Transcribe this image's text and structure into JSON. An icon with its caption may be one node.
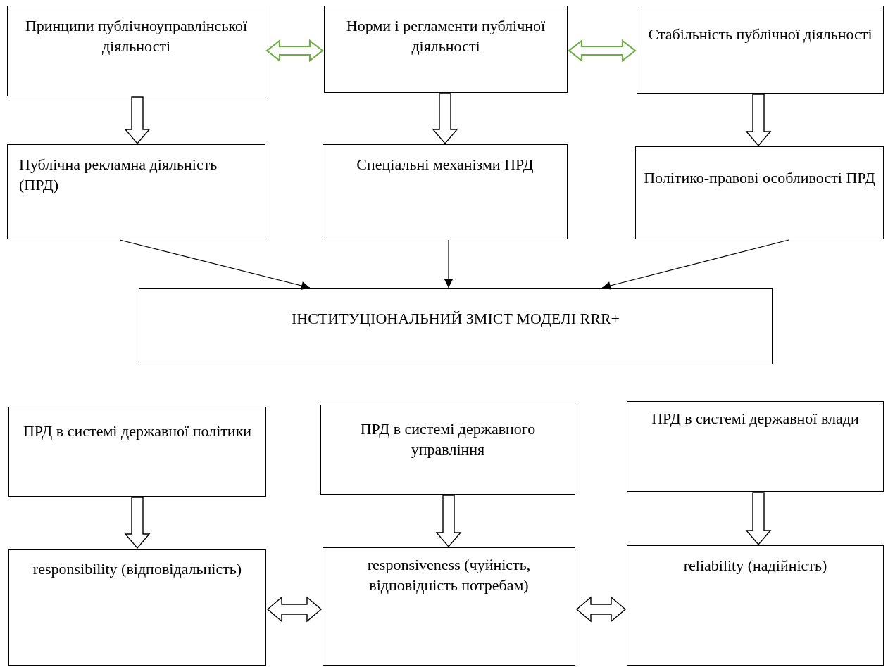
{
  "diagram": {
    "nodes": [
      {
        "text": [
          "Принципи публічноуправлінської діяльності"
        ]
      },
      {
        "text": [
          "Норми і регламенти публічної діяльності"
        ]
      },
      {
        "text": [
          "Стабільність публічної діяльності"
        ]
      },
      {
        "text": [
          "Публічна рекламна діяльність (ПРД)"
        ]
      },
      {
        "text": [
          "Спеціальні механізми ПРД"
        ]
      },
      {
        "text": [
          "Політико-правові особливості ПРД"
        ]
      },
      {
        "text": [
          "ІНСТИТУЦІОНАЛЬНИЙ ЗМІСТ МОДЕЛІ RRR+"
        ]
      },
      {
        "text": [
          "ПРД в системі державної політики"
        ]
      },
      {
        "text": [
          "ПРД в системі державного управління"
        ]
      },
      {
        "text": [
          "ПРД в системі державної влади"
        ]
      },
      {
        "text": [
          "responsibility (відповідальність)"
        ]
      },
      {
        "text": [
          "responsiveness (чуйність, відповідність потребам)"
        ]
      },
      {
        "text": [
          "reliability (надійність)"
        ]
      }
    ],
    "edges": [
      {
        "from": 0,
        "to": 1,
        "arrow": "both",
        "style": "thick",
        "color": "#70ad47"
      },
      {
        "from": 1,
        "to": 2,
        "arrow": "both",
        "style": "thick",
        "color": "#70ad47"
      },
      {
        "from": 0,
        "to": 3,
        "arrow": "to",
        "style": "thick"
      },
      {
        "from": 1,
        "to": 4,
        "arrow": "to",
        "style": "thick"
      },
      {
        "from": 2,
        "to": 5,
        "arrow": "to",
        "style": "thick"
      },
      {
        "from": 3,
        "to": 6,
        "arrow": "to"
      },
      {
        "from": 4,
        "to": 6,
        "arrow": "to"
      },
      {
        "from": 5,
        "to": 6,
        "arrow": "to"
      },
      {
        "from": 7,
        "to": 10,
        "arrow": "to",
        "style": "thick"
      },
      {
        "from": 8,
        "to": 11,
        "arrow": "to",
        "style": "thick"
      },
      {
        "from": 9,
        "to": 12,
        "arrow": "to",
        "style": "thick"
      },
      {
        "from": 10,
        "to": 11,
        "arrow": "both",
        "style": "thick"
      },
      {
        "from": 11,
        "to": 12,
        "arrow": "both",
        "style": "thick"
      }
    ]
  }
}
